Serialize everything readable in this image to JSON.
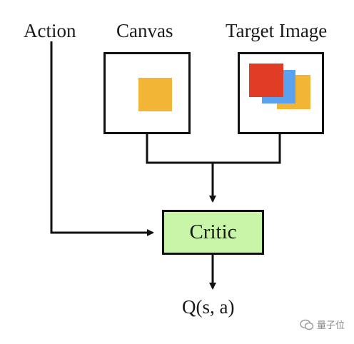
{
  "diagram": {
    "inputs": {
      "action_label": "Action",
      "canvas_label": "Canvas",
      "target_label": "Target Image"
    },
    "critic_label": "Critic",
    "output_label": "Q(s, a)"
  },
  "colors": {
    "critic_fill": "#c9f5a8",
    "line": "#111111",
    "canvas_square": "#f2b535",
    "target_red": "#e13c26",
    "target_blue": "#5aa2f0",
    "target_yellow": "#f2b535"
  },
  "watermark": {
    "text": "量子位",
    "icon": "wechat-icon"
  }
}
